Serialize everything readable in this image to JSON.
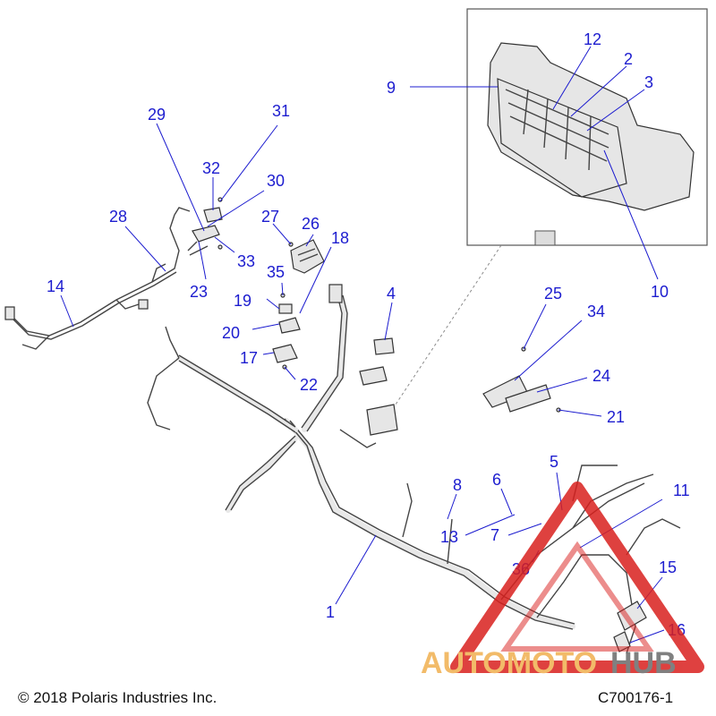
{
  "callouts": {
    "c1": "1",
    "c2": "2",
    "c3": "3",
    "c4": "4",
    "c5": "5",
    "c6": "6",
    "c7": "7",
    "c8": "8",
    "c9": "9",
    "c10": "10",
    "c11": "11",
    "c12": "12",
    "c13": "13",
    "c14": "14",
    "c15": "15",
    "c16": "16",
    "c17": "17",
    "c18": "18",
    "c19": "19",
    "c20": "20",
    "c21": "21",
    "c22": "22",
    "c23": "23",
    "c24": "24",
    "c25": "25",
    "c26": "26",
    "c27": "27",
    "c28": "28",
    "c29": "29",
    "c30": "30",
    "c31": "31",
    "c32": "32",
    "c33": "33",
    "c34": "34",
    "c35": "35",
    "c36": "36"
  },
  "footer": {
    "copyright": "© 2018 Polaris Industries Inc.",
    "figure_id": "C700176-1"
  },
  "watermark": {
    "part1": "AUTOMOTO",
    "part2": "HUB",
    "color1": "#f0b050",
    "color2": "#6b6b6b",
    "triangle_color": "#d9201e"
  },
  "colors": {
    "callout": "#1c1ccf",
    "line": "#333333"
  }
}
